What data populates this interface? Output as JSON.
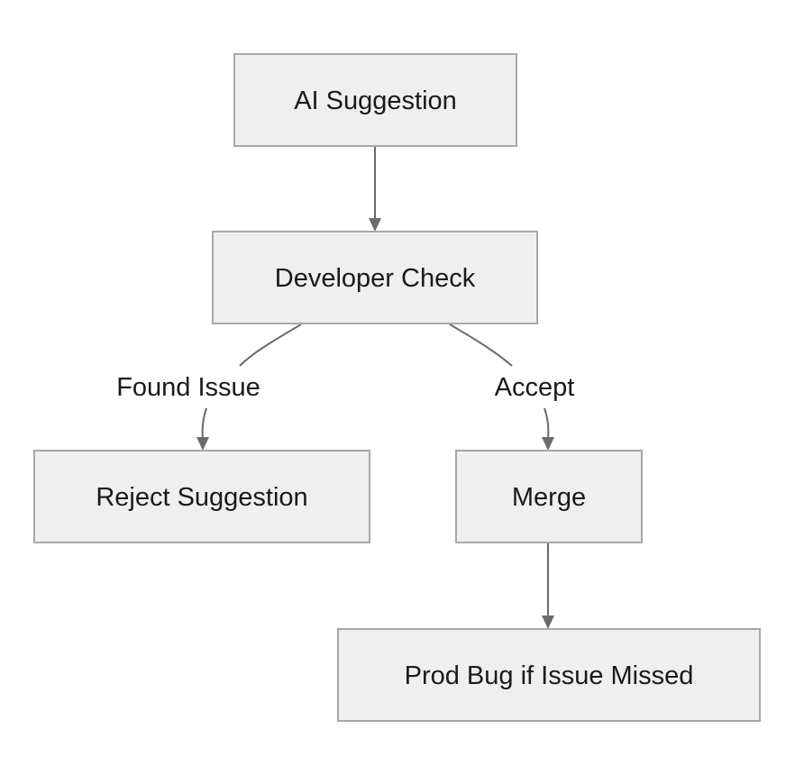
{
  "nodes": {
    "ai_suggestion": "AI Suggestion",
    "developer_check": "Developer Check",
    "reject_suggestion": "Reject Suggestion",
    "merge": "Merge",
    "prod_bug": "Prod Bug if Issue Missed"
  },
  "edges": {
    "found_issue": "Found Issue",
    "accept": "Accept"
  },
  "colors": {
    "node_fill": "#efefef",
    "node_border": "#a8a8a8",
    "edge": "#6b6b6b",
    "text": "#1a1a1a"
  }
}
